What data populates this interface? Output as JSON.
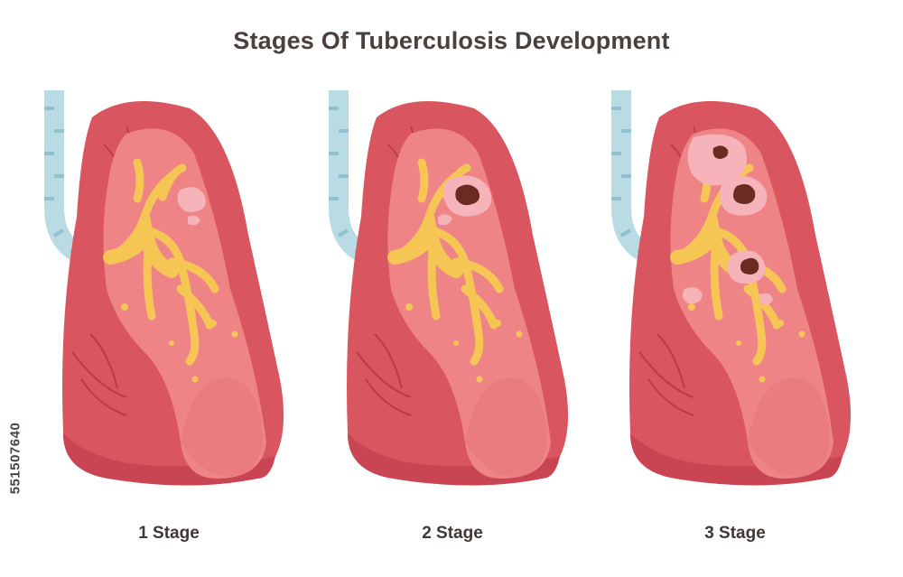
{
  "title": "Stages Of Tuberculosis Development",
  "stages": [
    {
      "label": "1 Stage"
    },
    {
      "label": "2 Stage"
    },
    {
      "label": "3 Stage"
    }
  ],
  "watermark_id": "551507640",
  "colors": {
    "lung_outer": "#d9555f",
    "lung_dark": "#c94553",
    "lung_inner": "#ef8486",
    "bronchi": "#f6c655",
    "trachea": "#b9dbe4",
    "lesion_pink": "#f7b3ba",
    "cavity": "#6b2a22"
  }
}
